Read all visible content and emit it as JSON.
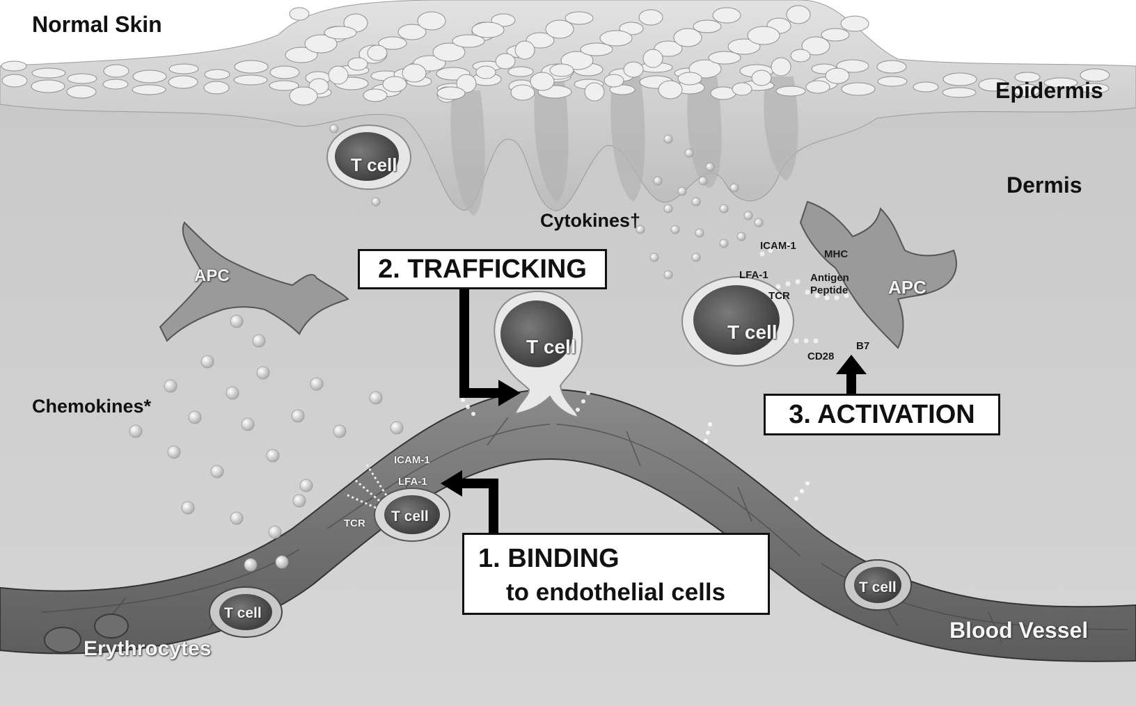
{
  "title": "Normal Skin",
  "layers": {
    "epidermis": "Epidermis",
    "dermis": "Dermis",
    "blood_vessel": "Blood Vessel",
    "erythrocytes": "Erythrocytes"
  },
  "molecules": {
    "cytokines": "Cytokines†",
    "chemokines": "Chemokines*"
  },
  "cells": {
    "t_cell": "T cell",
    "apc": "APC"
  },
  "receptors": {
    "icam1": "ICAM-1",
    "lfa1": "LFA-1",
    "tcr": "TCR",
    "mhc": "MHC",
    "antigen_peptide_line1": "Antigen",
    "antigen_peptide_line2": "Peptide",
    "b7": "B7",
    "cd28": "CD28"
  },
  "steps": {
    "binding_title": "1. BINDING",
    "binding_sub": "to endothelial cells",
    "trafficking": "2. TRAFFICKING",
    "activation": "3. ACTIVATION"
  }
}
